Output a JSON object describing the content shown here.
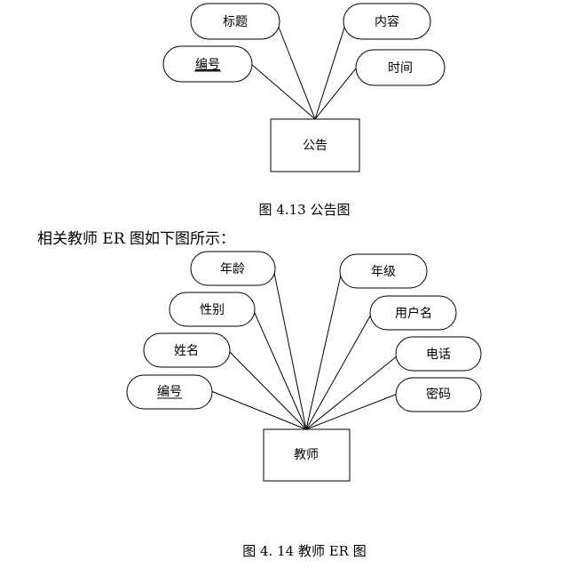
{
  "diagram1": {
    "entity": "公告",
    "attributes": [
      {
        "id": "title",
        "label": "标题",
        "key": false
      },
      {
        "id": "content",
        "label": "内容",
        "key": false
      },
      {
        "id": "number",
        "label": "编号",
        "key": true
      },
      {
        "id": "time",
        "label": "时间",
        "key": false
      }
    ],
    "caption": "图 4.13 公告图"
  },
  "intro_text": "相关教师 ER 图如下图所示：",
  "diagram2": {
    "entity": "教师",
    "attributes": [
      {
        "id": "age",
        "label": "年龄",
        "key": false
      },
      {
        "id": "gender",
        "label": "性别",
        "key": false
      },
      {
        "id": "name",
        "label": "姓名",
        "key": false
      },
      {
        "id": "number",
        "label": "编号",
        "key": true
      },
      {
        "id": "grade",
        "label": "年级",
        "key": false
      },
      {
        "id": "username",
        "label": "用户名",
        "key": false
      },
      {
        "id": "phone",
        "label": "电话",
        "key": false
      },
      {
        "id": "password",
        "label": "密码",
        "key": false
      }
    ],
    "caption": "图 4. 14 教师 ER 图"
  }
}
